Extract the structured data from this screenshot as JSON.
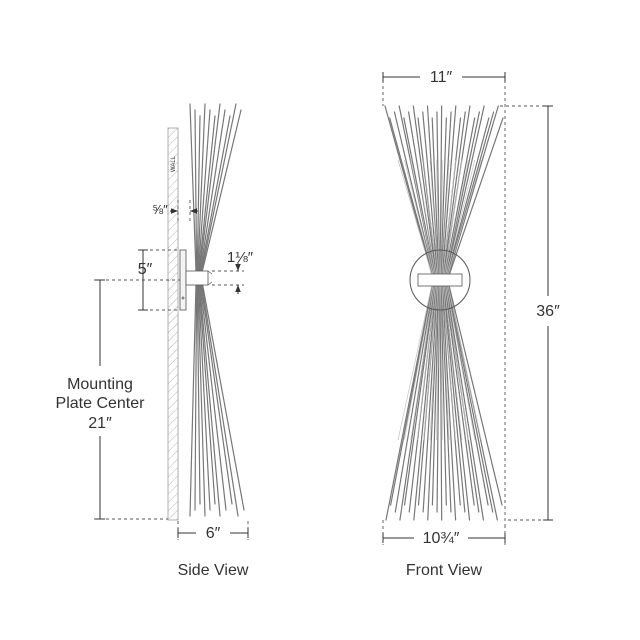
{
  "views": {
    "side": {
      "caption": "Side View"
    },
    "front": {
      "caption": "Front View"
    }
  },
  "wall_label": "WALL",
  "dimensions": {
    "top_width": "11″",
    "height": "36″",
    "bottom_width": "10¾″",
    "depth": "6″",
    "small_offset": "⅝″",
    "band_height": "1⅛″",
    "plate_height": "5″",
    "mounting_line1": "Mounting",
    "mounting_line2": "Plate Center",
    "mounting_value": "21″"
  },
  "colors": {
    "line": "#333333",
    "rod": "#777777",
    "band": "#ffffff"
  }
}
